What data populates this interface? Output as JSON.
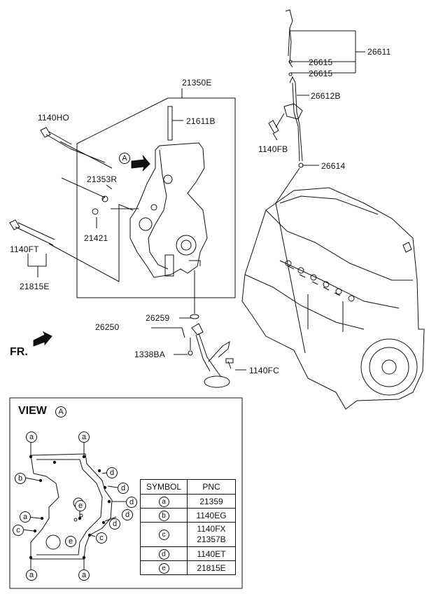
{
  "labels": {
    "p26611": "26611",
    "p26615a": "26615",
    "p26615b": "26615",
    "p26612B": "26612B",
    "p21350E": "21350E",
    "p1140HO": "1140HO",
    "p21611B": "21611B",
    "p1140FB": "1140FB",
    "p26614": "26614",
    "p21353R": "21353R",
    "p21421": "21421",
    "p1140FT": "1140FT",
    "p21815E": "21815E",
    "p26259": "26259",
    "p26250": "26250",
    "p1338BA": "1338BA",
    "p1140FC": "1140FC",
    "fr": "FR.",
    "view_ref": "A"
  },
  "view": {
    "title": "VIEW",
    "ref": "A",
    "markers": [
      "a",
      "a",
      "b",
      "d",
      "d",
      "d",
      "d",
      "e",
      "a",
      "c",
      "e",
      "d",
      "c",
      "a",
      "a"
    ]
  },
  "symbol_table": {
    "header_symbol": "SYMBOL",
    "header_pnc": "PNC",
    "rows": [
      {
        "symbol": "a",
        "pnc": "21359"
      },
      {
        "symbol": "b",
        "pnc": "1140EG"
      },
      {
        "symbol": "c",
        "pnc": "1140FX",
        "pnc2": "21357B"
      },
      {
        "symbol": "d",
        "pnc": "1140ET"
      },
      {
        "symbol": "e",
        "pnc": "21815E"
      }
    ]
  }
}
